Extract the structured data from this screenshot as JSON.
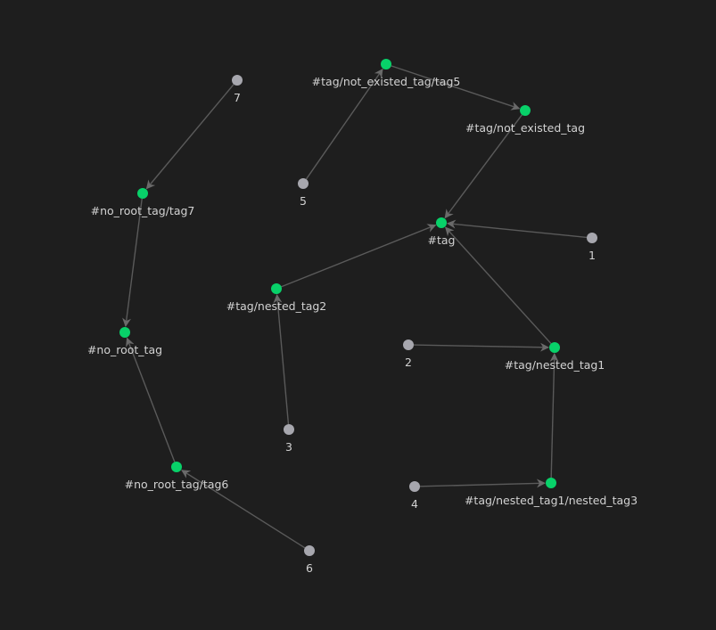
{
  "colors": {
    "background": "#1e1e1e",
    "tag_node": "#08d169",
    "file_node": "#a7a7ae",
    "edge": "#5a5a5a",
    "label": "#d2d2d2"
  },
  "nodes": [
    {
      "id": "tag",
      "label": "#tag",
      "kind": "tag"
    },
    {
      "id": "not_existed_tag",
      "label": "#tag/not_existed_tag",
      "kind": "tag"
    },
    {
      "id": "not_existed_tag5",
      "label": "#tag/not_existed_tag/tag5",
      "kind": "tag"
    },
    {
      "id": "nested_tag1",
      "label": "#tag/nested_tag1",
      "kind": "tag"
    },
    {
      "id": "nested_tag2",
      "label": "#tag/nested_tag2",
      "kind": "tag"
    },
    {
      "id": "nested_tag3",
      "label": "#tag/nested_tag1/nested_tag3",
      "kind": "tag"
    },
    {
      "id": "no_root_tag",
      "label": "#no_root_tag",
      "kind": "tag"
    },
    {
      "id": "no_root_tag7",
      "label": "#no_root_tag/tag7",
      "kind": "tag"
    },
    {
      "id": "no_root_tag6",
      "label": "#no_root_tag/tag6",
      "kind": "tag"
    },
    {
      "id": "f1",
      "label": "1",
      "kind": "file"
    },
    {
      "id": "f2",
      "label": "2",
      "kind": "file"
    },
    {
      "id": "f3",
      "label": "3",
      "kind": "file"
    },
    {
      "id": "f4",
      "label": "4",
      "kind": "file"
    },
    {
      "id": "f5",
      "label": "5",
      "kind": "file"
    },
    {
      "id": "f6",
      "label": "6",
      "kind": "file"
    },
    {
      "id": "f7",
      "label": "7",
      "kind": "file"
    }
  ],
  "edges": [
    {
      "from": "not_existed_tag5",
      "to": "not_existed_tag"
    },
    {
      "from": "f5",
      "to": "not_existed_tag5"
    },
    {
      "from": "not_existed_tag",
      "to": "tag"
    },
    {
      "from": "f1",
      "to": "tag"
    },
    {
      "from": "nested_tag2",
      "to": "tag"
    },
    {
      "from": "nested_tag1",
      "to": "tag"
    },
    {
      "from": "f2",
      "to": "nested_tag1"
    },
    {
      "from": "nested_tag3",
      "to": "nested_tag1"
    },
    {
      "from": "f4",
      "to": "nested_tag3"
    },
    {
      "from": "f3",
      "to": "nested_tag2"
    },
    {
      "from": "f7",
      "to": "no_root_tag7"
    },
    {
      "from": "no_root_tag7",
      "to": "no_root_tag"
    },
    {
      "from": "no_root_tag6",
      "to": "no_root_tag"
    },
    {
      "from": "f6",
      "to": "no_root_tag6"
    }
  ]
}
